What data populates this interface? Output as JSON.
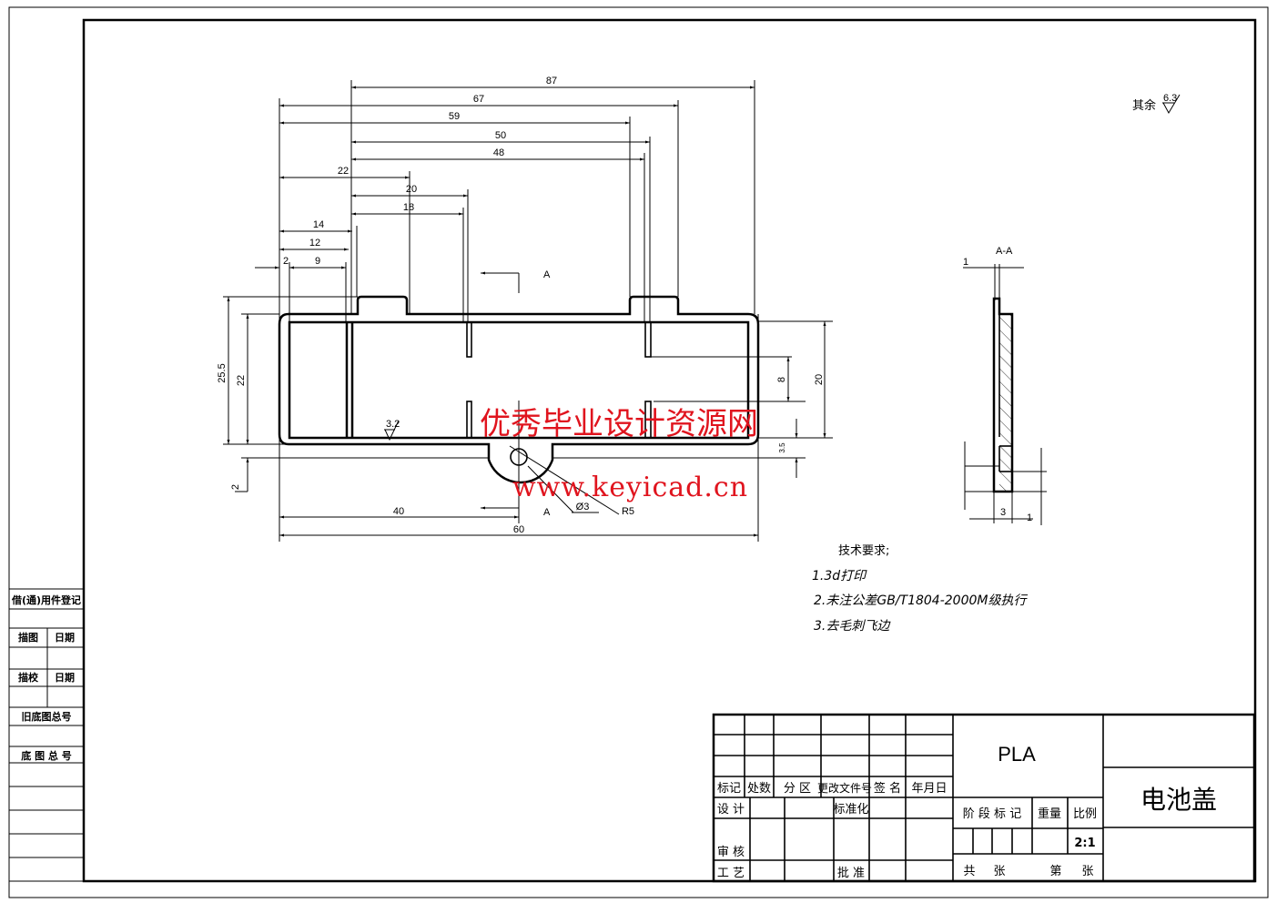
{
  "drawing": {
    "section_label": "A",
    "section_view_title": "A-A",
    "roughness_other_label": "其余",
    "roughness_other_value": "6.3",
    "roughness_value": "3.2",
    "dimensions": {
      "d87": "87",
      "d67": "67",
      "d59": "59",
      "d50": "50",
      "d48": "48",
      "d22": "22",
      "d20": "20",
      "d18": "18",
      "d14": "14",
      "d12": "12",
      "d2": "2",
      "d9": "9",
      "h25_5": "25.5",
      "h22": "22",
      "h2": "2",
      "h8": "8",
      "h20": "20",
      "h3_5": "3.5",
      "d40": "40",
      "d60": "60",
      "hole": "Ø3",
      "radius": "R5",
      "sec_1": "1",
      "sec_3": "3",
      "sec_1b": "1"
    }
  },
  "notes": {
    "title": "技术要求;",
    "items": [
      "1.3d打印",
      "2.未注公差GB/T1804-2000M级执行",
      "3.去毛刺飞边"
    ]
  },
  "watermark": {
    "line1": "优秀毕业设计资源网",
    "line2": "www.keyicad.cn"
  },
  "side_table": {
    "title": "借(通)用件登记",
    "trace_drawing": "描图",
    "date1": "日期",
    "trace_check": "描校",
    "date2": "日期",
    "old_number": "旧底图总号",
    "base_number": "底 图 总 号"
  },
  "title_block": {
    "headers": [
      "标记",
      "处数",
      "分 区",
      "更改文件号",
      "签 名",
      "年月日"
    ],
    "design": "设 计",
    "standardize": "标准化",
    "review": "审 核",
    "process": "工 艺",
    "approve": "批 准",
    "material": "PLA",
    "stage_mark": "阶 段 标 记",
    "weight": "重量",
    "scale_label": "比例",
    "scale": "2:1",
    "total_sheets": "共",
    "sheet_unit1": "张",
    "sheet_no": "第",
    "sheet_unit2": "张",
    "part_name": "电池盖"
  }
}
